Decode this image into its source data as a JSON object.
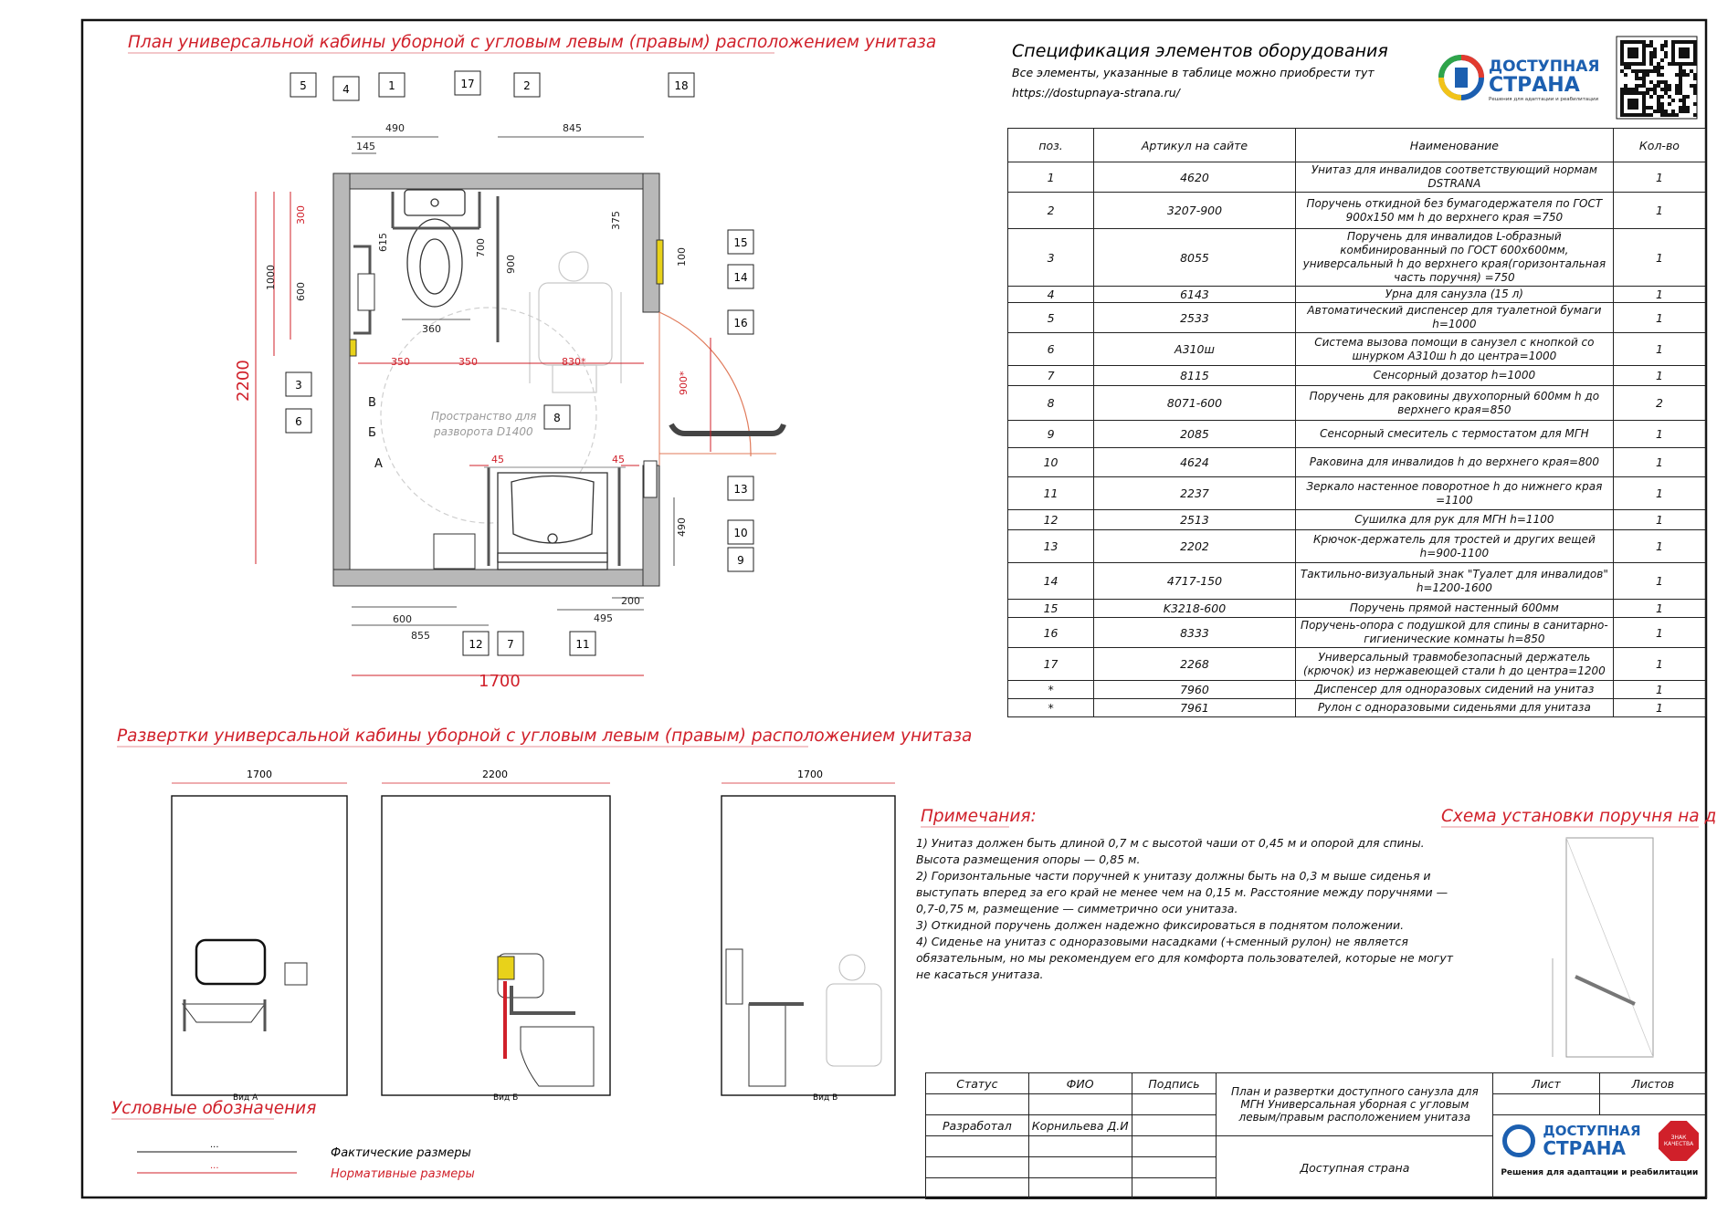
{
  "plan": {
    "title": "План универсальной кабины уборной с угловым левым (правым) расположением унитаза",
    "callouts": [
      "5",
      "4",
      "1",
      "17",
      "2",
      "18",
      "15",
      "14",
      "16",
      "3",
      "6",
      "8",
      "13",
      "10",
      "9",
      "12",
      "7",
      "11"
    ],
    "dims": {
      "d490": "490",
      "d145": "145",
      "d845": "845",
      "d300": "300",
      "d615": "615",
      "d700": "700",
      "d900": "900",
      "d375": "375",
      "d100": "100",
      "d1000": "1000",
      "d600": "600",
      "d360": "360",
      "d350a": "350",
      "d350b": "350",
      "d830": "830*",
      "d900s": "900*",
      "d45a": "45",
      "d45b": "45",
      "d490b": "490",
      "d200": "200",
      "d495": "495",
      "d600b": "600",
      "d855": "855",
      "d2200": "2200",
      "d1700": "1700"
    },
    "turn_space": "Пространство для\nразворота D1400",
    "view_marks": [
      "В",
      "Б",
      "А"
    ]
  },
  "elevations": {
    "title": "Развертки универсальной кабины уборной с угловым левым (правым) расположением унитаза",
    "widths": [
      "1700",
      "2200",
      "1700"
    ],
    "view_labels": [
      "Вид А",
      "Вид Б",
      "Вид В"
    ]
  },
  "legend": {
    "title": "Условные обозначения",
    "actual": "Фактические размеры",
    "normative": "Нормативные размеры",
    "dots": "..."
  },
  "spec": {
    "title": "Спецификация элементов оборудования",
    "subtitle": "Все элементы, указанные в таблице можно приобрести тут",
    "url": "https://dostupnaya-strana.ru/",
    "headers": [
      "поз.",
      "Артикул на сайте",
      "Наименование",
      "Кол-во"
    ],
    "rows": [
      [
        "1",
        "4620",
        "Унитаз для инвалидов соответствующий нормам DSTRANA",
        "1"
      ],
      [
        "2",
        "3207-900",
        "Поручень откидной без бумагодержателя по ГОСТ 900х150 мм  h до верхнего края =750",
        "1"
      ],
      [
        "3",
        "8055",
        "Поручень для инвалидов L-образный комбинированный по ГОСТ 600х600мм, универсальный  h до верхнего края(горизонтальная часть поручня) =750",
        "1"
      ],
      [
        "4",
        "6143",
        "Урна для санузла (15 л)",
        "1"
      ],
      [
        "5",
        "2533",
        "Автоматический диспенсер для туалетной бумаги h=1000",
        "1"
      ],
      [
        "6",
        "A310ш",
        "Система вызова помощи в санузел с кнопкой со шнурком A310ш h до центра=1000",
        "1"
      ],
      [
        "7",
        "8115",
        "Сенсорный дозатор h=1000",
        "1"
      ],
      [
        "8",
        "8071-600",
        "Поручень для раковины двухопорный 600мм h до верхнего края=850",
        "2"
      ],
      [
        "9",
        "2085",
        "Сенсорный смеситель с термостатом для МГН",
        "1"
      ],
      [
        "10",
        "4624",
        "Раковина для инвалидов h до верхнего края=800",
        "1"
      ],
      [
        "11",
        "2237",
        "Зеркало настенное поворотное h до нижнего края =1100",
        "1"
      ],
      [
        "12",
        "2513",
        "Сушилка для рук для МГН h=1100",
        "1"
      ],
      [
        "13",
        "2202",
        "Крючок-держатель для тростей и других вещей h=900-1100",
        "1"
      ],
      [
        "14",
        "4717-150",
        "Тактильно-визуальный знак \"Туалет для инвалидов\" h=1200-1600",
        "1"
      ],
      [
        "15",
        "K3218-600",
        "Поручень прямой настенный 600мм",
        "1"
      ],
      [
        "16",
        "8333",
        "Поручень-опора с подушкой для спины в санитарно-гигиенические комнаты h=850",
        "1"
      ],
      [
        "17",
        "2268",
        "Универсальный травмобезопасный держатель (крючок) из нержавеющей стали h до центра=1200",
        "1"
      ],
      [
        "*",
        "7960",
        "Диспенсер для одноразовых сидений на унитаз",
        "1"
      ],
      [
        "*",
        "7961",
        "Рулон с одноразовыми сиденьями для унитаза",
        "1"
      ]
    ]
  },
  "logo": {
    "line1": "ДОСТУПНАЯ",
    "line2": "СТРАНА",
    "tagline": "Решения для адаптации и реабилитации"
  },
  "notes": {
    "title": "Примечания:",
    "items": [
      "1) Унитаз должен быть длиной 0,7 м с высотой чаши от 0,45 м и опорой для спины. Высота размещения опоры — 0,85 м.",
      "2) Горизонтальные части поручней к унитазу должны быть на 0,3 м выше сиденья и выступать вперед за его край не менее чем на 0,15 м. Расстояние между поручнями — 0,7-0,75 м, размещение — симметрично оси унитаза.",
      "3) Откидной поручень должен надежно фиксироваться в поднятом положении.",
      "4) Сиденье на унитаз с одноразовыми насадками (+сменный рулон) не является обязательным, но мы рекомендуем его для комфорта пользователей, которые не могут не касаться унитаза."
    ]
  },
  "door_scheme": {
    "title": "Схема установки поручня на дверь"
  },
  "stamp": {
    "status": "Статус",
    "fio": "ФИО",
    "sign": "Подпись",
    "project": "План и развертки доступного санузла для МГН Универсальная уборная с угловым левым/правым расположением унитаза",
    "sheet": "Лист",
    "sheets": "Листов",
    "developed": "Разработал",
    "author": "Корнильева Д.И",
    "org": "Доступная страна",
    "badge": "ЗНАК КАЧЕСТВА"
  },
  "colors": {
    "red": "#d0202a",
    "wall": "#b5b5b5",
    "frame": "#111111",
    "blue": "#1c5fb0"
  }
}
